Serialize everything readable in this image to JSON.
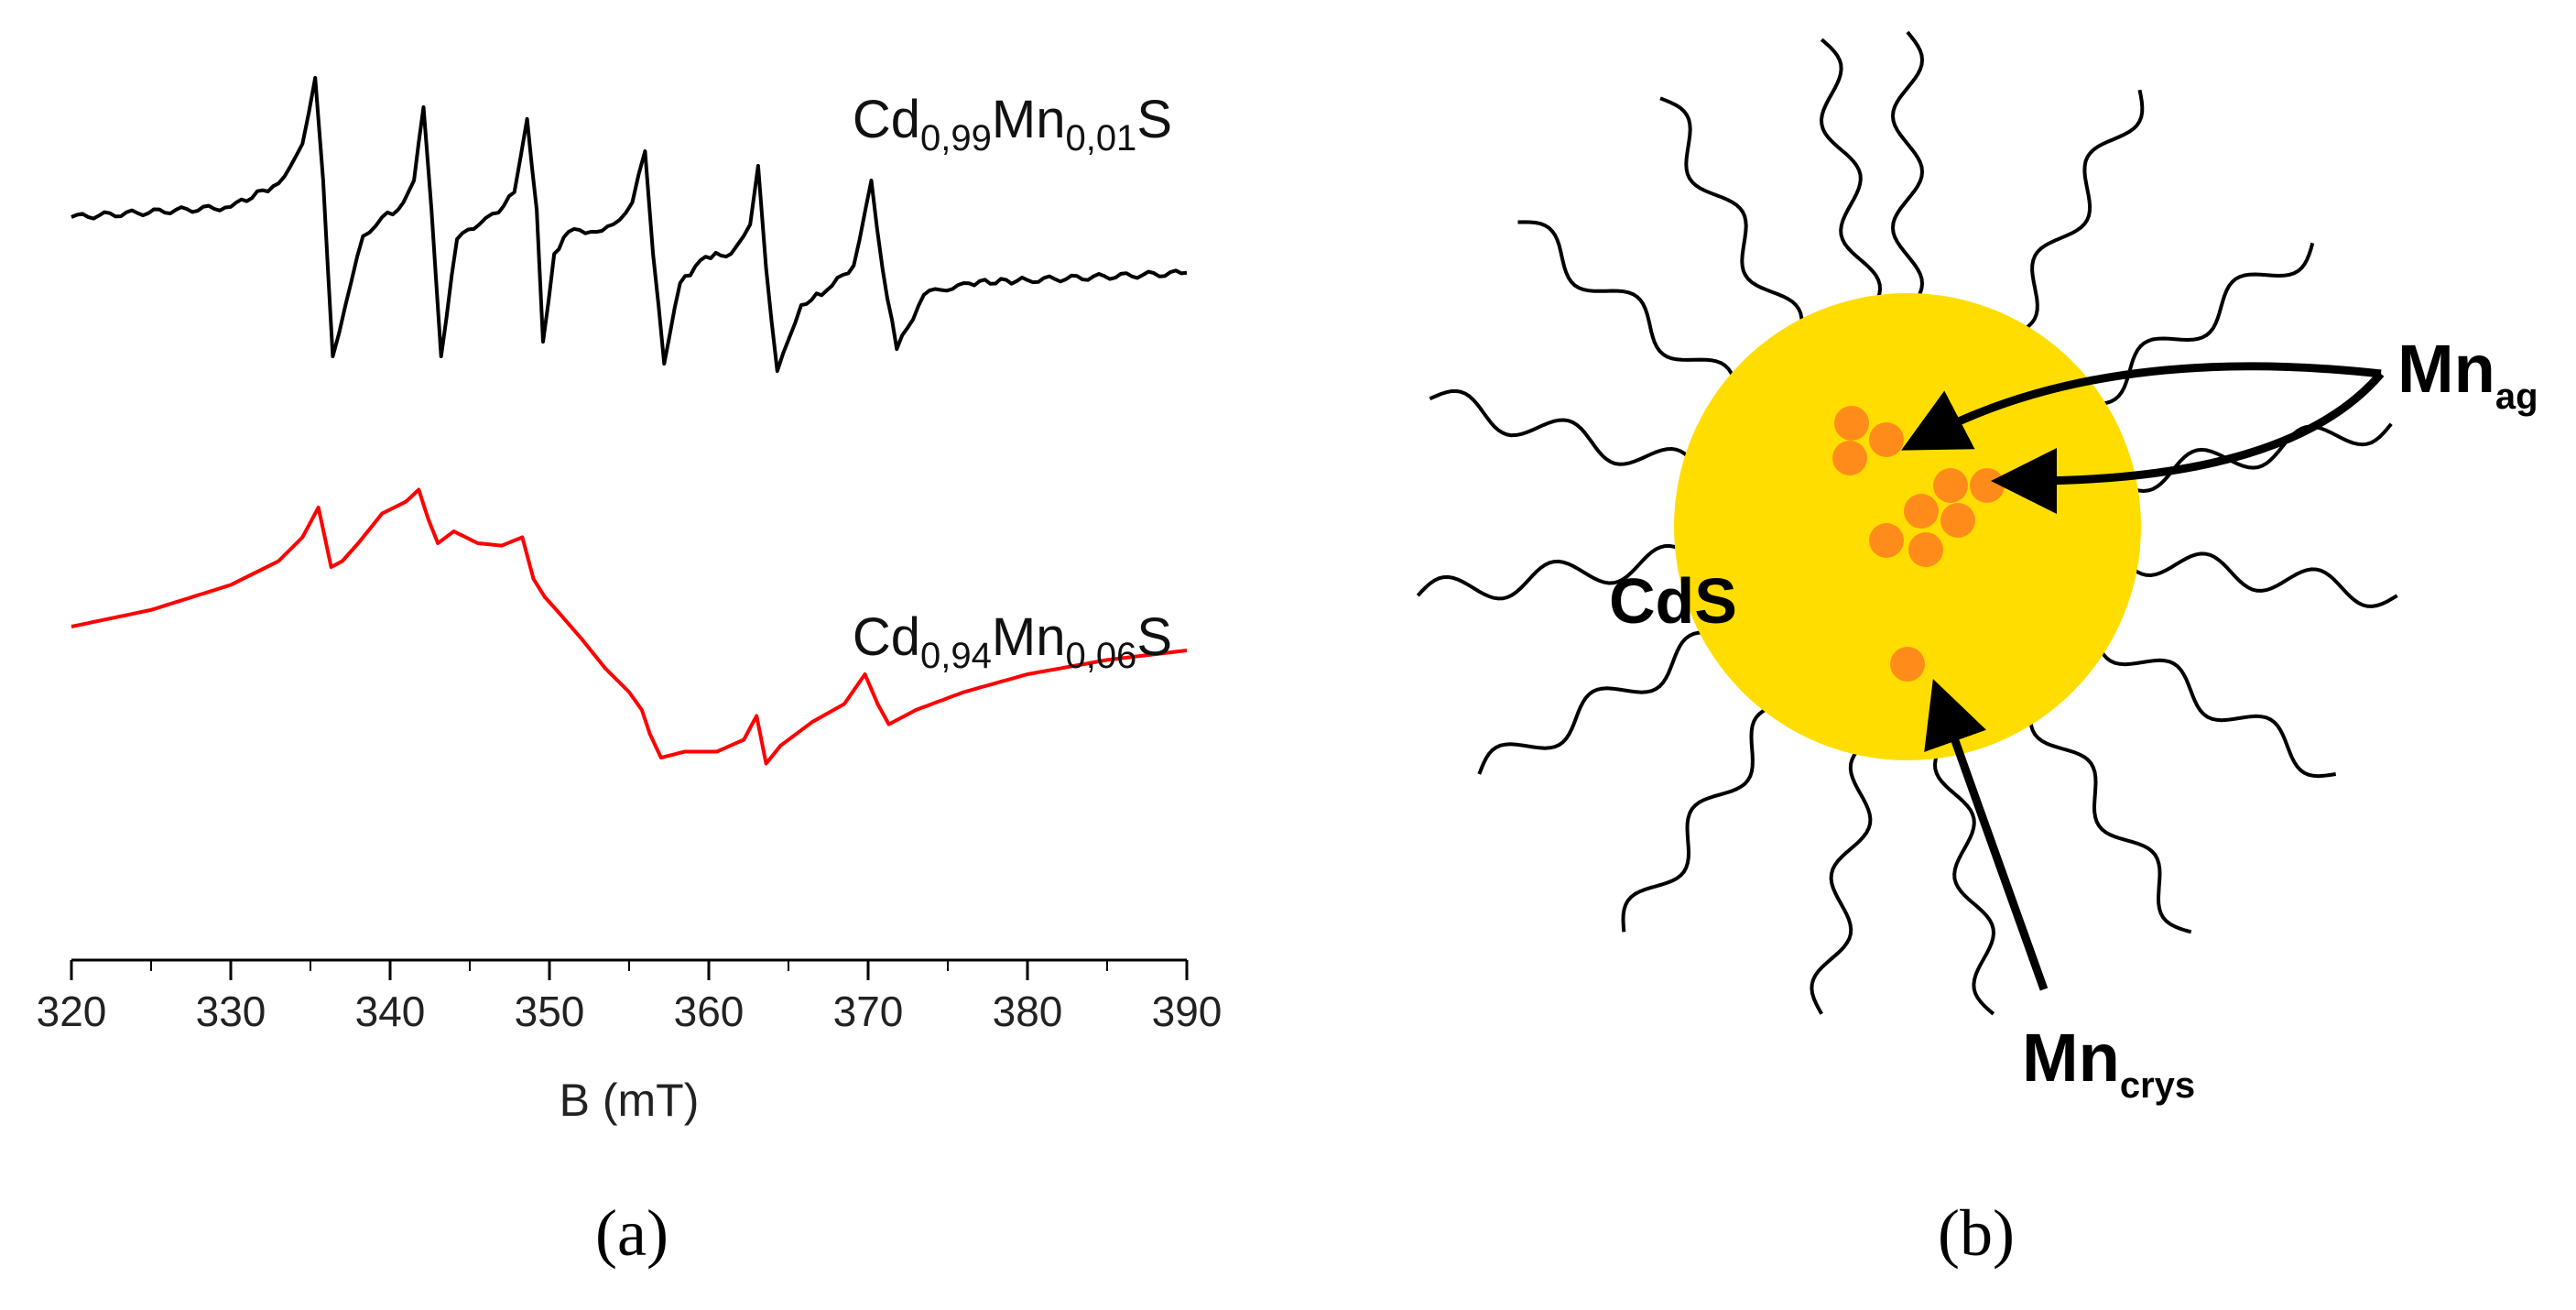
{
  "chart_data": {
    "type": "line",
    "xlabel": "B (mT)",
    "xlim": [
      320,
      390
    ],
    "x_ticks": [
      "320",
      "330",
      "340",
      "350",
      "360",
      "370",
      "380",
      "390"
    ],
    "ylabel": "",
    "grid": false,
    "hyperfine_line_centers_mT": [
      335.6,
      342.2,
      349.0,
      356.0,
      363.2,
      370.4
    ],
    "series": [
      {
        "name": "Cd0,99Mn0,01S",
        "label_parts": {
          "a": "Cd",
          "a_sub": "0,99",
          "b": "Mn",
          "b_sub": "0,01",
          "c": "S"
        },
        "color": "#000000",
        "x": [
          320,
          330,
          333,
          334.5,
          335.3,
          335.8,
          336.4,
          337.2,
          338.3,
          339.5,
          340.5,
          341.5,
          342.1,
          342.6,
          343.2,
          344.2,
          345.6,
          346.8,
          347.8,
          348.6,
          349.2,
          349.6,
          350.3,
          351.2,
          352.6,
          354.0,
          355.2,
          356.0,
          356.5,
          357.2,
          358.2,
          359.8,
          361.4,
          362.6,
          363.1,
          363.6,
          364.3,
          365.8,
          367.4,
          369.1,
          370.2,
          370.9,
          371.8,
          373.5,
          376,
          380,
          390
        ],
        "y": [
          0.05,
          0.12,
          0.28,
          0.55,
          1.0,
          0.3,
          -0.9,
          -0.55,
          -0.08,
          0.05,
          0.1,
          0.3,
          0.8,
          0.1,
          -0.9,
          -0.1,
          0.0,
          0.08,
          0.22,
          0.72,
          0.1,
          -0.8,
          -0.2,
          -0.05,
          -0.05,
          0.0,
          0.15,
          0.5,
          -0.2,
          -0.95,
          -0.4,
          -0.22,
          -0.2,
          0.0,
          0.4,
          -0.3,
          -1.0,
          -0.55,
          -0.45,
          -0.28,
          0.3,
          -0.3,
          -0.85,
          -0.48,
          -0.4,
          -0.38,
          -0.33
        ]
      },
      {
        "name": "Cd0,94Mn0,06S",
        "label_parts": {
          "a": "Cd",
          "a_sub": "0,94",
          "b": "Mn",
          "b_sub": "0,06",
          "c": "S"
        },
        "color": "#ff0000",
        "x": [
          320,
          325,
          330,
          333,
          334.5,
          335.5,
          336.3,
          337,
          338,
          339.5,
          341,
          341.8,
          342.4,
          343,
          344,
          345.5,
          347,
          348.3,
          349,
          349.7,
          350.7,
          352,
          353.5,
          355,
          355.8,
          356.3,
          357,
          358.5,
          360.5,
          362.2,
          363.0,
          363.6,
          364.5,
          366.5,
          368.5,
          369.8,
          370.6,
          371.3,
          373,
          376,
          380,
          385,
          390
        ],
        "y": [
          0.2,
          0.34,
          0.55,
          0.75,
          0.95,
          1.2,
          0.7,
          0.75,
          0.9,
          1.15,
          1.25,
          1.35,
          1.1,
          0.9,
          1.0,
          0.9,
          0.88,
          0.95,
          0.6,
          0.45,
          0.3,
          0.1,
          -0.15,
          -0.35,
          -0.5,
          -0.7,
          -0.9,
          -0.85,
          -0.85,
          -0.75,
          -0.55,
          -0.95,
          -0.8,
          -0.6,
          -0.45,
          -0.2,
          -0.45,
          -0.62,
          -0.5,
          -0.35,
          -0.2,
          -0.08,
          0.0
        ]
      }
    ]
  },
  "panel_labels": {
    "a": "(a)",
    "b": "(b)"
  },
  "diagram": {
    "core_label": "CdS",
    "core_color": "#ffdd00",
    "dopant_color": "#ff8c1a",
    "label_mn_ag": {
      "main": "Mn",
      "sub": "ag"
    },
    "label_mn_crys": {
      "main": "Mn",
      "sub": "crys"
    }
  }
}
